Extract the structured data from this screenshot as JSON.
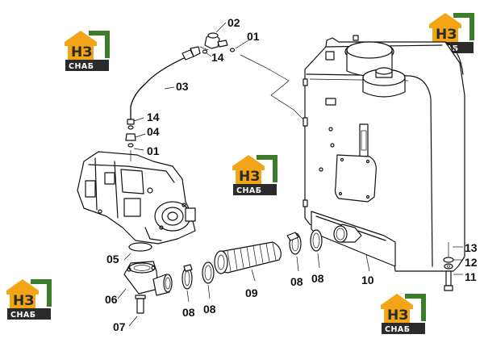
{
  "watermark": {
    "logo_top": "НЗ",
    "logo_bottom": "СНАБ",
    "colors": {
      "orange": "#f2a516",
      "green": "#3b7d2b",
      "dark": "#2b2b2b"
    }
  },
  "callouts": {
    "c01a": "01",
    "c02": "02",
    "c14a": "14",
    "c03": "03",
    "c14b": "14",
    "c04": "04",
    "c01b": "01",
    "c05": "05",
    "c06": "06",
    "c07": "07",
    "c08a": "08",
    "c08b": "08",
    "c09": "09",
    "c08c": "08",
    "c08d": "08",
    "c10": "10",
    "c13": "13",
    "c12": "12",
    "c11": "11"
  }
}
